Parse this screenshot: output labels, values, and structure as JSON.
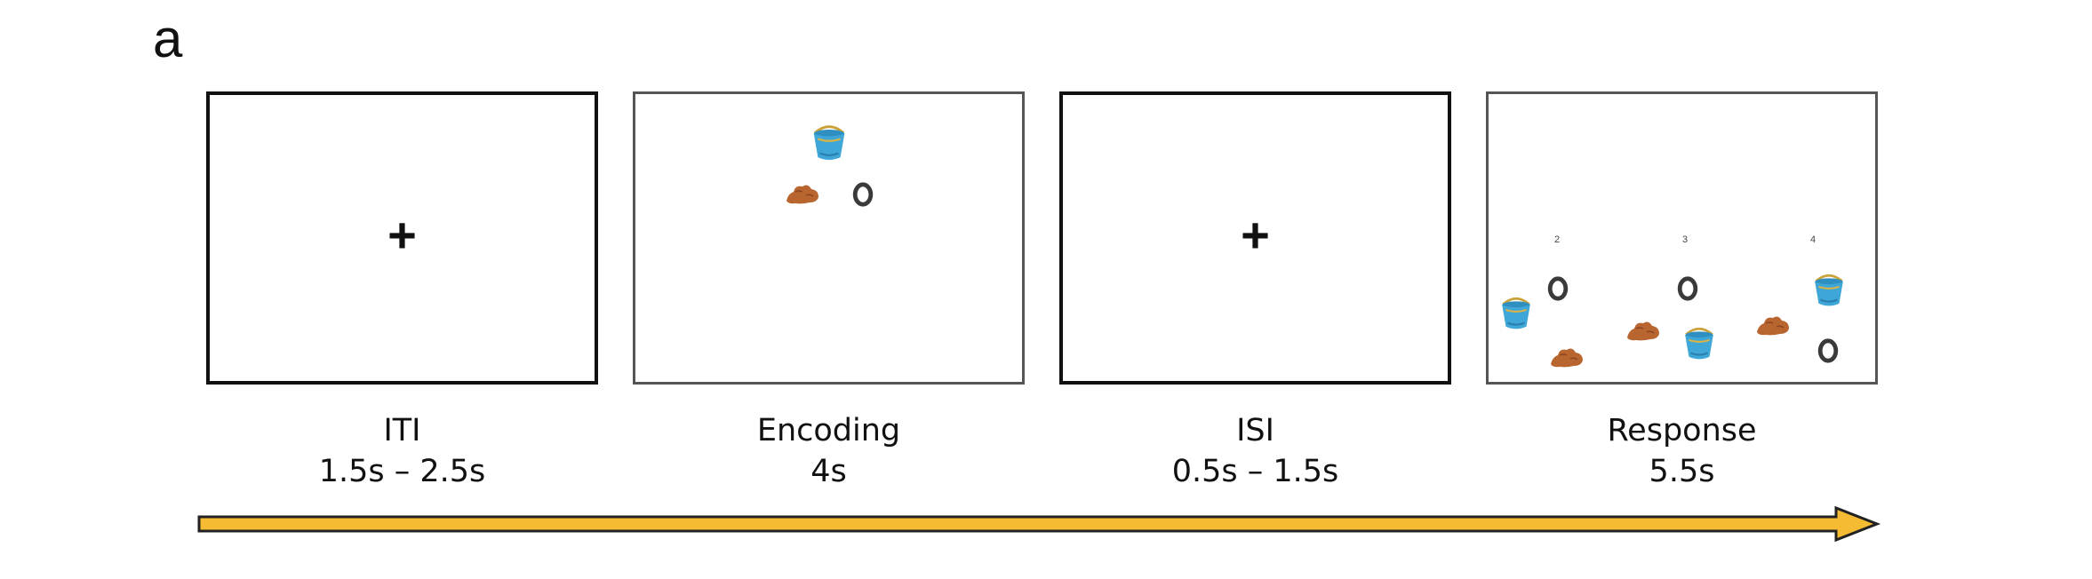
{
  "panel_label": "a",
  "phases": [
    {
      "name": "ITI",
      "duration": "1.5s – 2.5s",
      "content": "fixation-cross",
      "symbol": "+"
    },
    {
      "name": "Encoding",
      "duration": "4s",
      "content": "objects",
      "objects": [
        "bucket",
        "rock",
        "tire"
      ]
    },
    {
      "name": "ISI",
      "duration": "0.5s – 1.5s",
      "content": "fixation-cross",
      "symbol": "+"
    },
    {
      "name": "Response",
      "duration": "5.5s",
      "content": "response-options",
      "option_numbers": [
        "2",
        "3",
        "4"
      ]
    }
  ],
  "colors": {
    "arrow_fill": "#f5bb33",
    "arrow_stroke": "#222222",
    "bucket": "#3ea7d8",
    "bucket_handle": "#c9a23a",
    "rock": "#b8652f",
    "tire": "#3a3a3a"
  }
}
